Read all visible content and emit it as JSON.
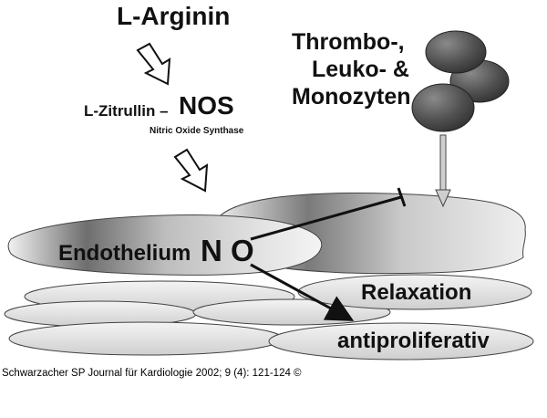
{
  "diagram": {
    "title": "L-Arginin",
    "zitrullin_label": "L-Zitrullin –",
    "nos_label": "NOS",
    "nos_full": "Nitric Oxide Synthase",
    "cells_label_line1": "Thrombo-,",
    "cells_label_line2": "Leuko- &",
    "cells_label_line3": "Monozyten",
    "endothelium_label": "Endothelium",
    "no_label": "N O",
    "effect_1": "Relaxation",
    "effect_2": "antiproliferativ"
  },
  "citation": "Schwarzacher SP Journal für Kardiologie 2002; 9 (4): 121-124 ©",
  "colors": {
    "text": "#111111",
    "cell_dark": "#4a4a4a",
    "layer_light": "#e6e6e6",
    "outline": "#222222"
  }
}
